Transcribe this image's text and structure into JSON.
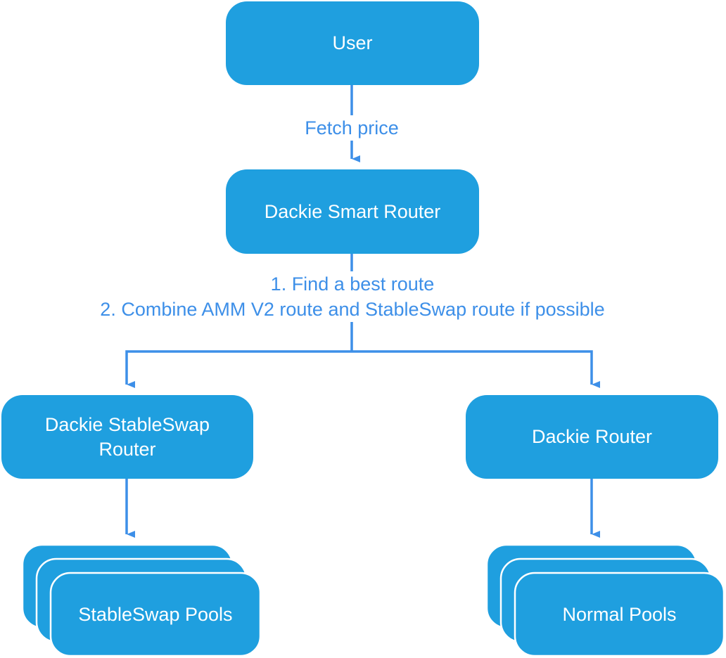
{
  "colors": {
    "node_fill": "#1f9fdf",
    "node_stack_stroke": "#ffffff",
    "edge": "#3d8fe8",
    "node_text": "#ffffff",
    "edge_label_text": "#3d8fe8"
  },
  "nodes": {
    "user": "User",
    "smart_router": "Dackie Smart Router",
    "stableswap_router": "Dackie StableSwap\nRouter",
    "router": "Dackie Router",
    "stableswap_pools": "StableSwap Pools",
    "normal_pools": "Normal Pools"
  },
  "edges": {
    "fetch_price": "Fetch price",
    "route_step_1": "1. Find a best route",
    "route_step_2": "2. Combine AMM V2 route and StableSwap route if possible"
  }
}
